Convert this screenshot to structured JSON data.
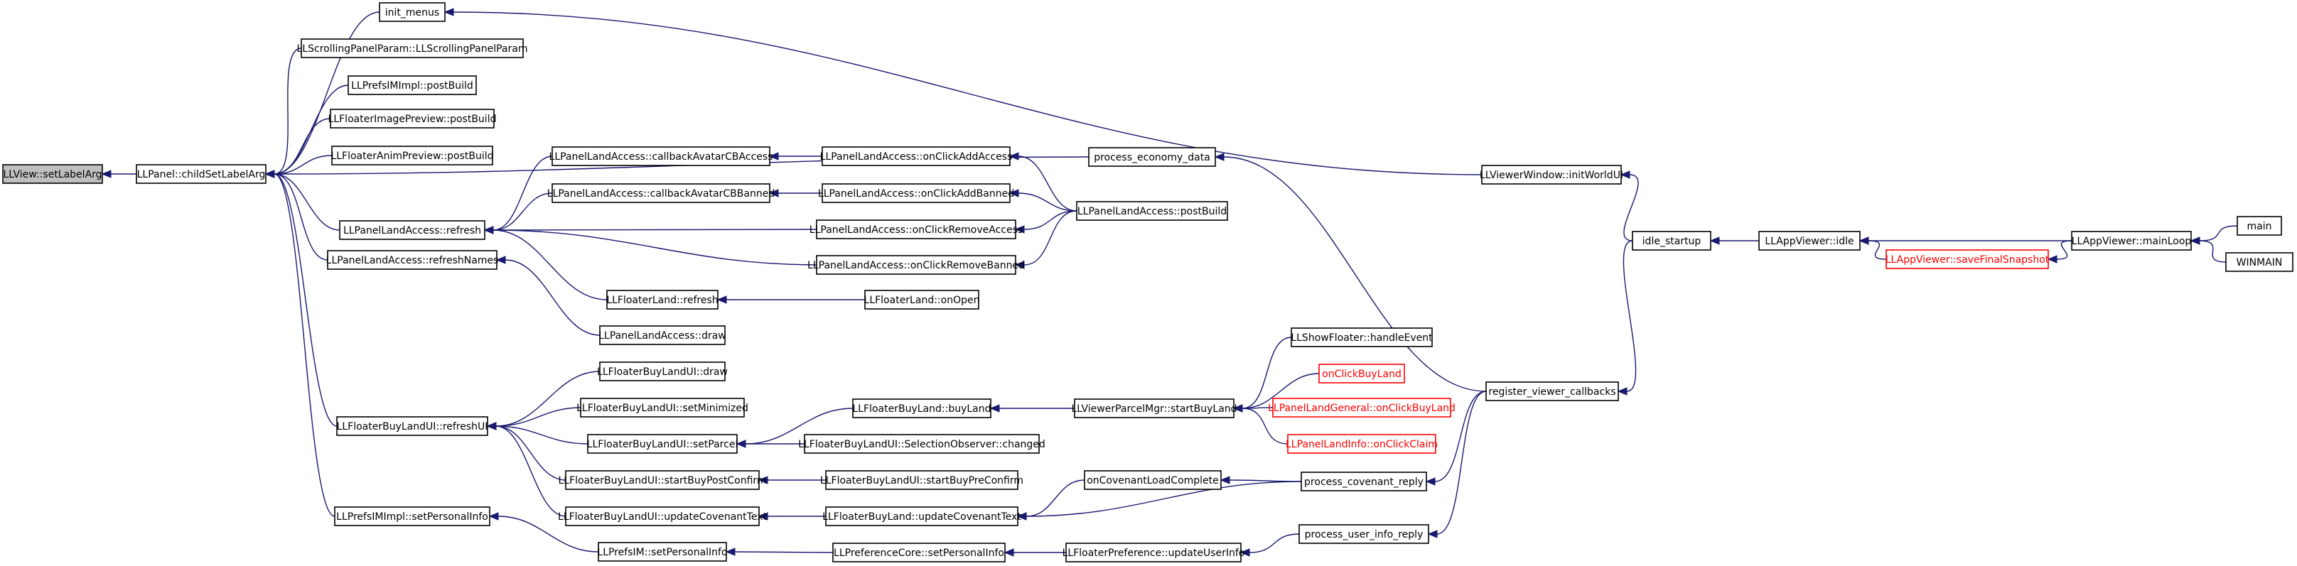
{
  "diagram": {
    "nodes": [
      {
        "id": "setLabelArg",
        "label": "LLView::setLabelArg",
        "kind": "root"
      },
      {
        "id": "childSetLabelArg",
        "label": "LLPanel::childSetLabelArg"
      },
      {
        "id": "init_menus",
        "label": "init_menus"
      },
      {
        "id": "scrollParam",
        "label": "LLScrollingPanelParam::LLScrollingPanelParam"
      },
      {
        "id": "prefsImPostBuild",
        "label": "LLPrefsIMImpl::postBuild"
      },
      {
        "id": "imgPreviewPostBuild",
        "label": "LLFloaterImagePreview::postBuild"
      },
      {
        "id": "animPreviewPostBuild",
        "label": "LLFloaterAnimPreview::postBuild"
      },
      {
        "id": "plaRefresh",
        "label": "LLPanelLandAccess::refresh"
      },
      {
        "id": "plaRefreshNames",
        "label": "LLPanelLandAccess::refreshNames"
      },
      {
        "id": "fbluiRefreshUI",
        "label": "LLFloaterBuyLandUI::refreshUI"
      },
      {
        "id": "prefsSetPersonalInfo",
        "label": "LLPrefsIMImpl::setPersonalInfo"
      },
      {
        "id": "cbAvatarAccess",
        "label": "LLPanelLandAccess::callbackAvatarCBAccess"
      },
      {
        "id": "cbAvatarBanned",
        "label": "LLPanelLandAccess::callbackAvatarCBBanned"
      },
      {
        "id": "flRefresh",
        "label": "LLFloaterLand::refresh"
      },
      {
        "id": "plaDraw",
        "label": "LLPanelLandAccess::draw"
      },
      {
        "id": "fbluiDraw",
        "label": "LLFloaterBuyLandUI::draw"
      },
      {
        "id": "fbluiSetMinimized",
        "label": "LLFloaterBuyLandUI::setMinimized"
      },
      {
        "id": "fbluiSetParcel",
        "label": "LLFloaterBuyLandUI::setParcel"
      },
      {
        "id": "fbluiStartBuyPostConfirm",
        "label": "LLFloaterBuyLandUI::startBuyPostConfirm"
      },
      {
        "id": "fbluiUpdateCovenantText",
        "label": "LLFloaterBuyLandUI::updateCovenantText"
      },
      {
        "id": "prefsImSetPersonalInfo",
        "label": "LLPrefsIM::setPersonalInfo"
      },
      {
        "id": "plaOnClickAddAccess",
        "label": "LLPanelLandAccess::onClickAddAccess"
      },
      {
        "id": "plaOnClickAddBanned",
        "label": "LLPanelLandAccess::onClickAddBanned"
      },
      {
        "id": "plaOnClickRemoveAccess",
        "label": "LLPanelLandAccess::onClickRemoveAccess"
      },
      {
        "id": "plaOnClickRemoveBanned",
        "label": "LLPanelLandAccess::onClickRemoveBanned"
      },
      {
        "id": "flOnOpen",
        "label": "LLFloaterLand::onOpen"
      },
      {
        "id": "fblBuyLand",
        "label": "LLFloaterBuyLand::buyLand"
      },
      {
        "id": "fbluiSelObsChanged",
        "label": "LLFloaterBuyLandUI::SelectionObserver::changed"
      },
      {
        "id": "fbluiStartBuyPreConfirm",
        "label": "LLFloaterBuyLandUI::startBuyPreConfirm"
      },
      {
        "id": "fblUpdateCovenantText",
        "label": "LLFloaterBuyLand::updateCovenantText"
      },
      {
        "id": "prefCoreSetPersonalInfo",
        "label": "LLPreferenceCore::setPersonalInfo"
      },
      {
        "id": "processEconomyData",
        "label": "process_economy_data"
      },
      {
        "id": "plaPostBuild",
        "label": "LLPanelLandAccess::postBuild"
      },
      {
        "id": "vpmStartBuyLand",
        "label": "LLViewerParcelMgr::startBuyLand"
      },
      {
        "id": "onCovenantLoadComplete",
        "label": "onCovenantLoadComplete"
      },
      {
        "id": "fprefUpdateUserInfo",
        "label": "LLFloaterPreference::updateUserInfo"
      },
      {
        "id": "showFloaterHandleEvent",
        "label": "LLShowFloater::handleEvent"
      },
      {
        "id": "onClickBuyLand",
        "label": "onClickBuyLand",
        "kind": "red"
      },
      {
        "id": "plgOnClickBuyLand",
        "label": "LLPanelLandGeneral::onClickBuyLand",
        "kind": "red"
      },
      {
        "id": "pliOnClickClaim",
        "label": "LLPanelLandInfo::onClickClaim",
        "kind": "red"
      },
      {
        "id": "processCovenantReply",
        "label": "process_covenant_reply"
      },
      {
        "id": "processUserInfoReply",
        "label": "process_user_info_reply"
      },
      {
        "id": "vwInitWorldUI",
        "label": "LLViewerWindow::initWorldUI"
      },
      {
        "id": "registerViewerCallbacks",
        "label": "register_viewer_callbacks"
      },
      {
        "id": "idleStartup",
        "label": "idle_startup"
      },
      {
        "id": "appIdle",
        "label": "LLAppViewer::idle"
      },
      {
        "id": "appSaveFinalSnapshot",
        "label": "LLAppViewer::saveFinalSnapshot",
        "kind": "red"
      },
      {
        "id": "appMainLoop",
        "label": "LLAppViewer::mainLoop"
      },
      {
        "id": "main",
        "label": "main"
      },
      {
        "id": "winmain",
        "label": "WINMAIN"
      }
    ],
    "edges": [
      [
        "childSetLabelArg",
        "setLabelArg"
      ],
      [
        "init_menus",
        "childSetLabelArg"
      ],
      [
        "scrollParam",
        "childSetLabelArg"
      ],
      [
        "prefsImPostBuild",
        "childSetLabelArg"
      ],
      [
        "imgPreviewPostBuild",
        "childSetLabelArg"
      ],
      [
        "animPreviewPostBuild",
        "childSetLabelArg"
      ],
      [
        "processEconomyData",
        "childSetLabelArg"
      ],
      [
        "plaRefresh",
        "childSetLabelArg"
      ],
      [
        "plaRefreshNames",
        "childSetLabelArg"
      ],
      [
        "fbluiRefreshUI",
        "childSetLabelArg"
      ],
      [
        "prefsSetPersonalInfo",
        "childSetLabelArg"
      ],
      [
        "vwInitWorldUI",
        "init_menus"
      ],
      [
        "cbAvatarAccess",
        "plaRefresh"
      ],
      [
        "cbAvatarBanned",
        "plaRefresh"
      ],
      [
        "plaOnClickRemoveAccess",
        "plaRefresh"
      ],
      [
        "plaOnClickRemoveBanned",
        "plaRefresh"
      ],
      [
        "flRefresh",
        "plaRefresh"
      ],
      [
        "plaDraw",
        "plaRefreshNames"
      ],
      [
        "fbluiDraw",
        "fbluiRefreshUI"
      ],
      [
        "fbluiSetMinimized",
        "fbluiRefreshUI"
      ],
      [
        "fbluiSetParcel",
        "fbluiRefreshUI"
      ],
      [
        "fbluiStartBuyPostConfirm",
        "fbluiRefreshUI"
      ],
      [
        "fbluiUpdateCovenantText",
        "fbluiRefreshUI"
      ],
      [
        "prefsImSetPersonalInfo",
        "prefsSetPersonalInfo"
      ],
      [
        "plaOnClickAddAccess",
        "cbAvatarAccess"
      ],
      [
        "plaOnClickAddBanned",
        "cbAvatarBanned"
      ],
      [
        "flOnOpen",
        "flRefresh"
      ],
      [
        "fblBuyLand",
        "fbluiSetParcel"
      ],
      [
        "fbluiSelObsChanged",
        "fbluiSetParcel"
      ],
      [
        "fbluiStartBuyPreConfirm",
        "fbluiStartBuyPostConfirm"
      ],
      [
        "fblUpdateCovenantText",
        "fbluiUpdateCovenantText"
      ],
      [
        "prefCoreSetPersonalInfo",
        "prefsImSetPersonalInfo"
      ],
      [
        "plaPostBuild",
        "plaOnClickAddAccess"
      ],
      [
        "plaPostBuild",
        "plaOnClickAddBanned"
      ],
      [
        "plaPostBuild",
        "plaOnClickRemoveAccess"
      ],
      [
        "plaPostBuild",
        "plaOnClickRemoveBanned"
      ],
      [
        "vpmStartBuyLand",
        "fblBuyLand"
      ],
      [
        "onCovenantLoadComplete",
        "fblUpdateCovenantText"
      ],
      [
        "processCovenantReply",
        "fblUpdateCovenantText"
      ],
      [
        "fprefUpdateUserInfo",
        "prefCoreSetPersonalInfo"
      ],
      [
        "registerViewerCallbacks",
        "processEconomyData"
      ],
      [
        "showFloaterHandleEvent",
        "vpmStartBuyLand"
      ],
      [
        "onClickBuyLand",
        "vpmStartBuyLand"
      ],
      [
        "plgOnClickBuyLand",
        "vpmStartBuyLand"
      ],
      [
        "pliOnClickClaim",
        "vpmStartBuyLand"
      ],
      [
        "processCovenantReply",
        "onCovenantLoadComplete"
      ],
      [
        "registerViewerCallbacks",
        "processCovenantReply"
      ],
      [
        "processUserInfoReply",
        "fprefUpdateUserInfo"
      ],
      [
        "registerViewerCallbacks",
        "processUserInfoReply"
      ],
      [
        "idleStartup",
        "vwInitWorldUI"
      ],
      [
        "idleStartup",
        "registerViewerCallbacks"
      ],
      [
        "appIdle",
        "idleStartup"
      ],
      [
        "appMainLoop",
        "appIdle"
      ],
      [
        "appSaveFinalSnapshot",
        "appIdle"
      ],
      [
        "appMainLoop",
        "appSaveFinalSnapshot"
      ],
      [
        "main",
        "appMainLoop"
      ],
      [
        "winmain",
        "appMainLoop"
      ]
    ]
  }
}
